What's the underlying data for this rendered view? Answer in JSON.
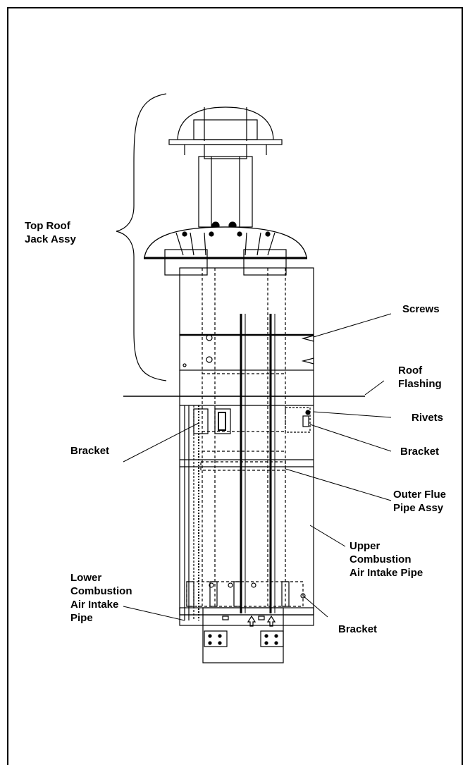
{
  "labels": {
    "top_roof_jack": [
      "Top Roof",
      "Jack Assy"
    ],
    "screws": "Screws",
    "roof_flashing": [
      "Roof",
      "Flashing"
    ],
    "rivets": "Rivets",
    "bracket_left": "Bracket",
    "bracket_right": "Bracket",
    "outer_flue": [
      "Outer Flue",
      "Pipe Assy"
    ],
    "upper_intake": [
      "Upper",
      "Combustion",
      "Air Intake Pipe"
    ],
    "lower_intake": [
      "Lower",
      "Combustion",
      "Air Intake",
      "Pipe"
    ],
    "bracket_bottom": "Bracket"
  },
  "colors": {
    "ink": "#000000",
    "paper": "#ffffff"
  }
}
